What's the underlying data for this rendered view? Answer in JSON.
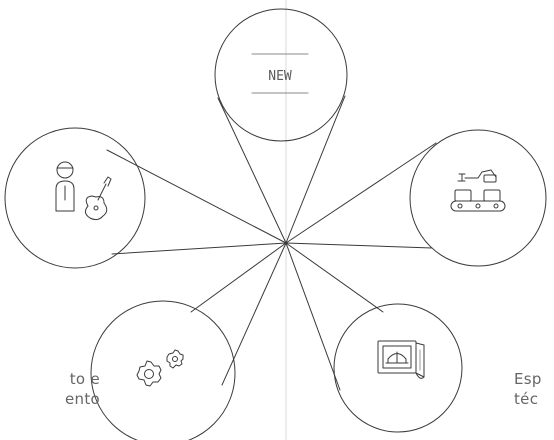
{
  "center_badge": {
    "text": "NEW"
  },
  "left_caption": {
    "line1": "to e",
    "line2": "ento"
  },
  "right_caption": {
    "line1": "Esp",
    "line2": "téc"
  },
  "colors": {
    "stroke": "#3a3a3a",
    "text": "#666666",
    "background": "#ffffff"
  },
  "icons": [
    "new-badge-icon",
    "conveyor-robot-arm-icon",
    "blueprint-helmet-icon",
    "gears-icon",
    "person-guitar-icon"
  ]
}
